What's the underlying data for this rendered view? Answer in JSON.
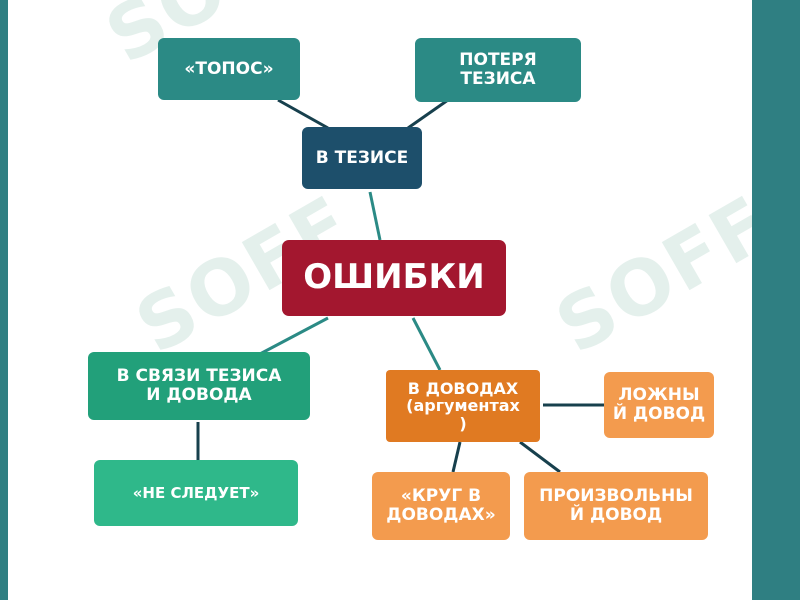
{
  "diagram": {
    "center": "ОШИБКИ",
    "nodes": {
      "thesis": "В ТЕЗИСЕ",
      "topos": "«ТОПОС»",
      "loss": "ПОТЕРЯ\nТЕЗИСА",
      "link": "В СВЯЗИ ТЕЗИСА\nИ ДОВОДА",
      "not_follow": "«НЕ СЛЕДУЕТ»",
      "args": "В ДОВОДАХ\n(аргументах\n)",
      "false_arg": "ЛОЖНЫ\nЙ ДОВОД",
      "circle": "«КРУГ В\nДОВОДАХ»",
      "arbitrary": "ПРОИЗВОЛЬНЫ\nЙ ДОВОД"
    },
    "watermark": "SOFF",
    "colors": {
      "frame": "#2f7f82",
      "center": "#a3172f",
      "thesis": "#1d4f6b",
      "teal": "#2b8a85",
      "green": "#22a07a",
      "light_green": "#2fb88a",
      "dark_orange": "#e07a22",
      "orange": "#f39b4e",
      "connector": "#17404d"
    }
  }
}
